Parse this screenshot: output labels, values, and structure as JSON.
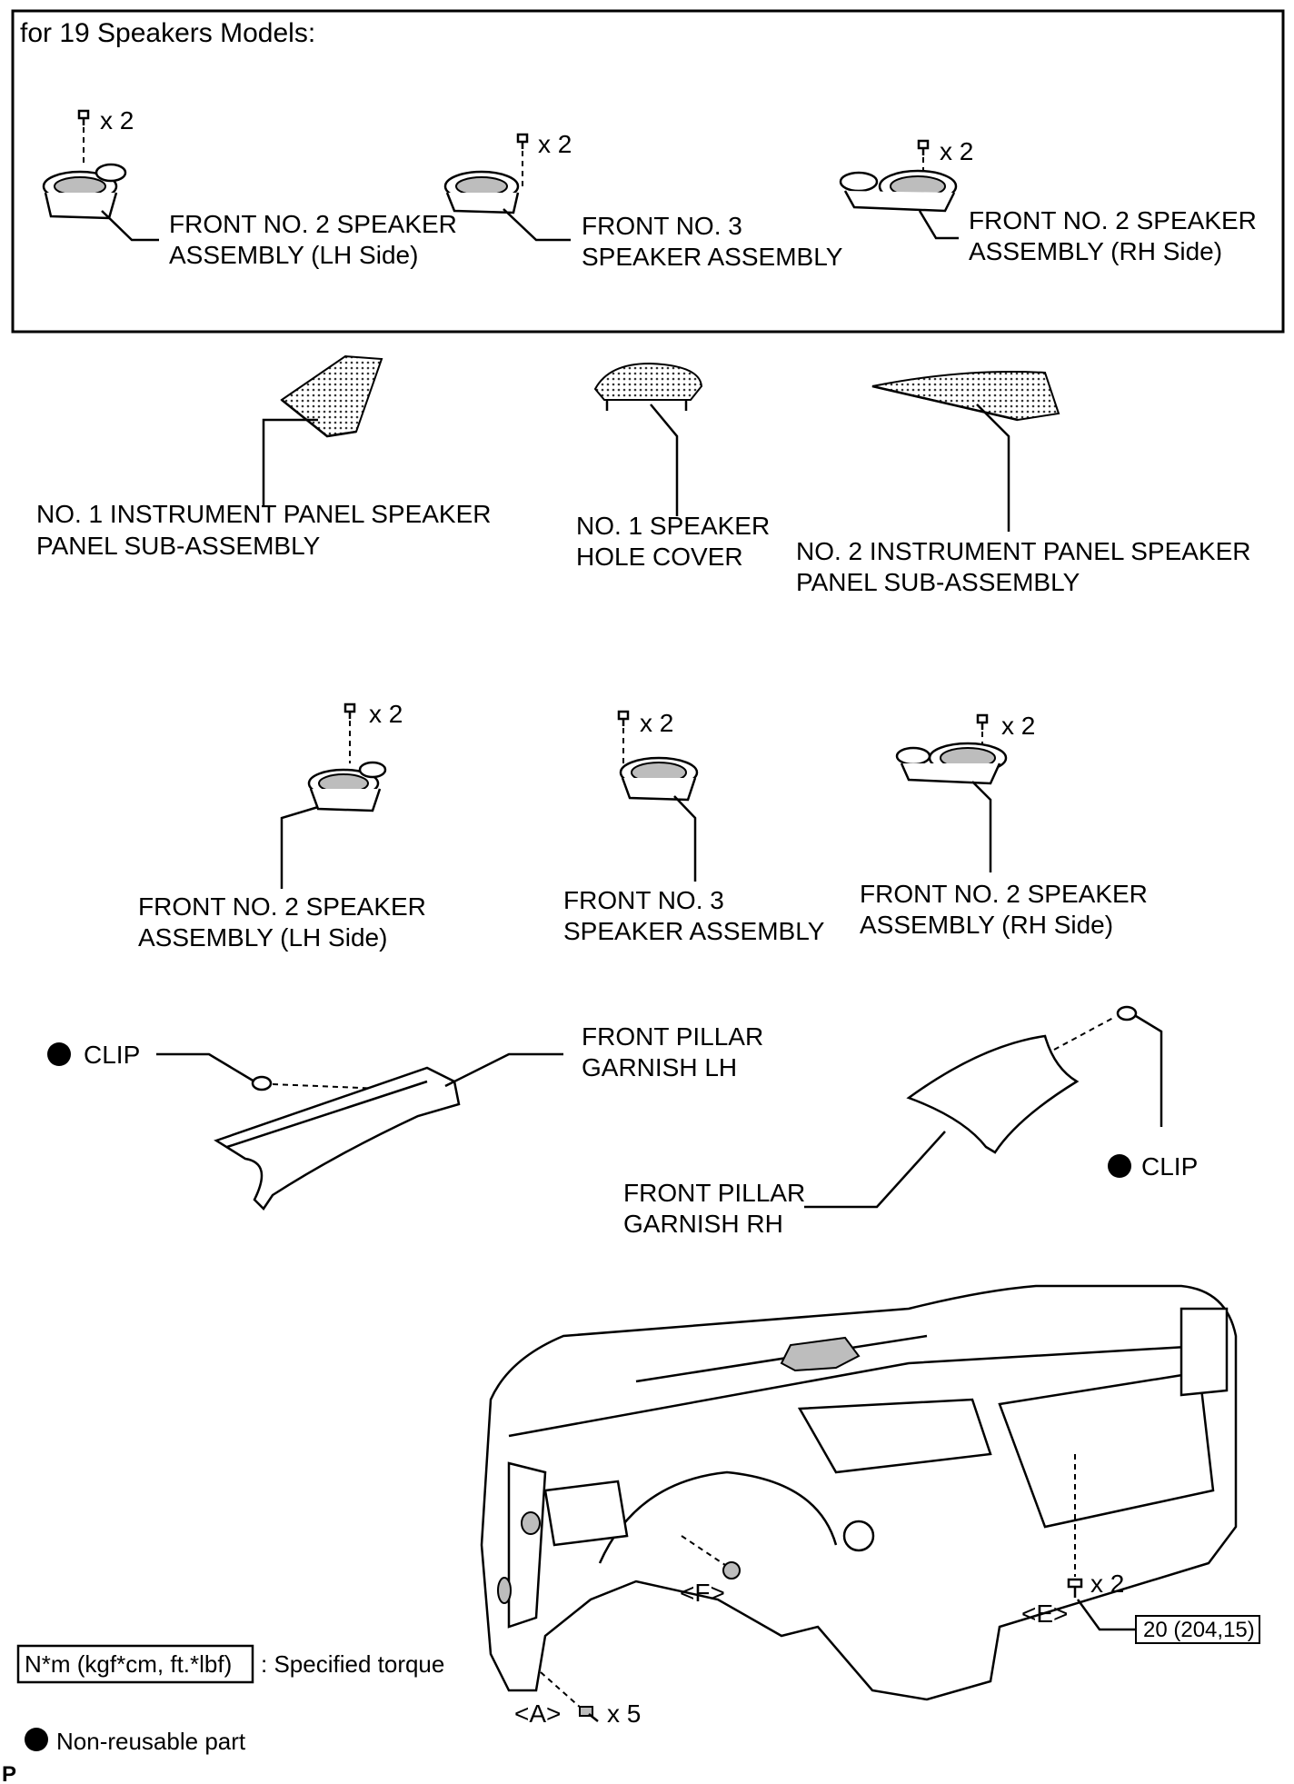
{
  "title_box": {
    "heading": "for 19 Speakers Models:"
  },
  "top_row": [
    {
      "qty": "x 2",
      "name_line1": "FRONT NO. 2 SPEAKER",
      "name_line2": "ASSEMBLY  (LH Side)"
    },
    {
      "qty": "x 2",
      "name_line1": "FRONT NO. 3",
      "name_line2": "SPEAKER ASSEMBLY"
    },
    {
      "qty": "x 2",
      "name_line1": "FRONT NO. 2 SPEAKER",
      "name_line2": "ASSEMBLY (RH Side)"
    }
  ],
  "panels": [
    {
      "line1": "NO. 1 INSTRUMENT PANEL SPEAKER",
      "line2": "PANEL SUB-ASSEMBLY"
    },
    {
      "line1": "NO. 1 SPEAKER",
      "line2": "HOLE COVER"
    },
    {
      "line1": "NO. 2 INSTRUMENT PANEL SPEAKER",
      "line2": "PANEL SUB-ASSEMBLY"
    }
  ],
  "middle_row": [
    {
      "qty": "x 2",
      "name_line1": "FRONT NO. 2 SPEAKER",
      "name_line2": "ASSEMBLY  (LH Side)"
    },
    {
      "qty": "x 2",
      "name_line1": "FRONT NO. 3",
      "name_line2": "SPEAKER ASSEMBLY"
    },
    {
      "qty": "x 2",
      "name_line1": "FRONT NO. 2 SPEAKER",
      "name_line2": "ASSEMBLY  (RH Side)"
    }
  ],
  "garnish": {
    "clip_left": "CLIP",
    "lh_line1": "FRONT PILLAR",
    "lh_line2": "GARNISH LH",
    "rh_line1": "FRONT PILLAR",
    "rh_line2": "GARNISH RH",
    "clip_right": "CLIP"
  },
  "dashboard": {
    "label_f": "<F>",
    "label_e": "<E>",
    "qty_e": "x 2",
    "torque_e": "20 (204,15)",
    "label_a": "<A>",
    "qty_a": "x 5"
  },
  "legend": {
    "torque_box": "N*m (kgf*cm, ft.*lbf)",
    "torque_text": ": Specified torque",
    "nonreusable_text": "Non-reusable part"
  },
  "footer_code": "P"
}
